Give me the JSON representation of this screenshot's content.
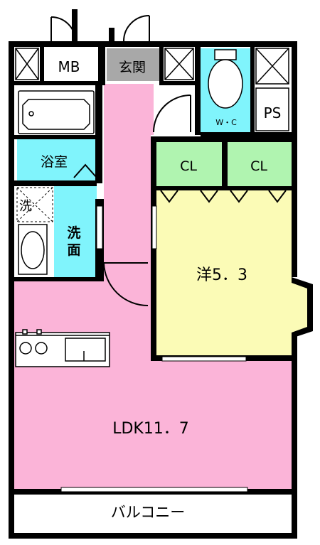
{
  "rooms": {
    "mb": "MB",
    "genkan": "玄関",
    "wc": "W・C",
    "ps": "PS",
    "bath": "浴室",
    "cl1": "CL",
    "cl2": "CL",
    "wash_machine": "洗",
    "washroom_1": "洗",
    "washroom_2": "面",
    "western": "洋5．3",
    "ldk": "LDK11．7",
    "balcony": "バルコニー"
  },
  "colors": {
    "ldk": "#fbb4d8",
    "bath": "#80f4fc",
    "closet": "#b0f4b0",
    "western": "#fbfbb6",
    "genkan": "#a8a8a8",
    "wall": "#000000"
  }
}
